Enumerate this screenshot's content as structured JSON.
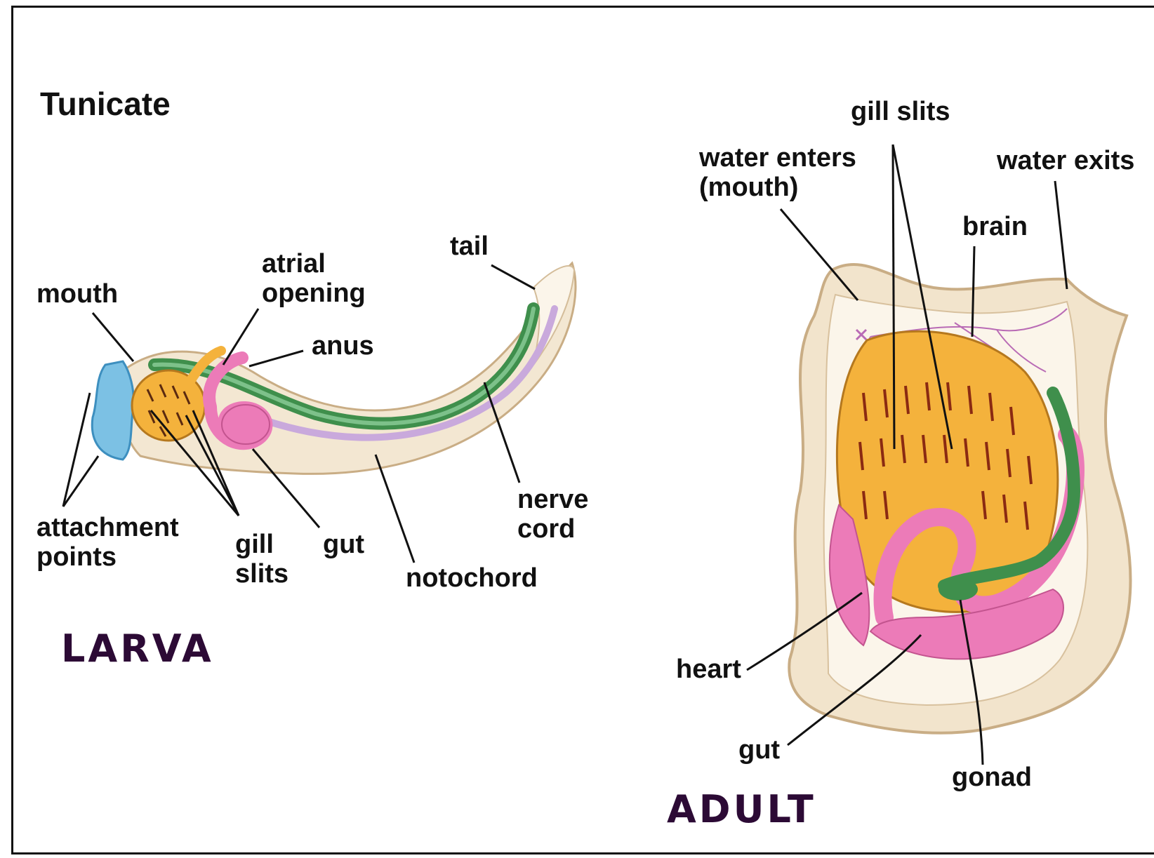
{
  "title": "Tunicate",
  "larva": {
    "stage_label": "LARVA",
    "labels": {
      "mouth": "mouth",
      "atrial_opening": "atrial\nopening",
      "anus": "anus",
      "tail": "tail",
      "attachment_points": "attachment\npoints",
      "gill_slits": "gill\nslits",
      "gut": "gut",
      "notochord": "notochord",
      "nerve_cord": "nerve\ncord"
    }
  },
  "adult": {
    "stage_label": "ADULT",
    "labels": {
      "gill_slits": "gill slits",
      "water_enters": "water enters\n(mouth)",
      "water_exits": "water exits",
      "brain": "brain",
      "heart": "heart",
      "gut": "gut",
      "gonad": "gonad"
    }
  },
  "colors": {
    "stage_label": "#2c0a35",
    "gill_basket": "#f4b23c",
    "gut": "#ec7bb8",
    "nerve_cord": "#3f8f4c",
    "attachment": "#7cc1e4",
    "tunic": "#eedfc4",
    "notochord": "#c9a9dc"
  }
}
